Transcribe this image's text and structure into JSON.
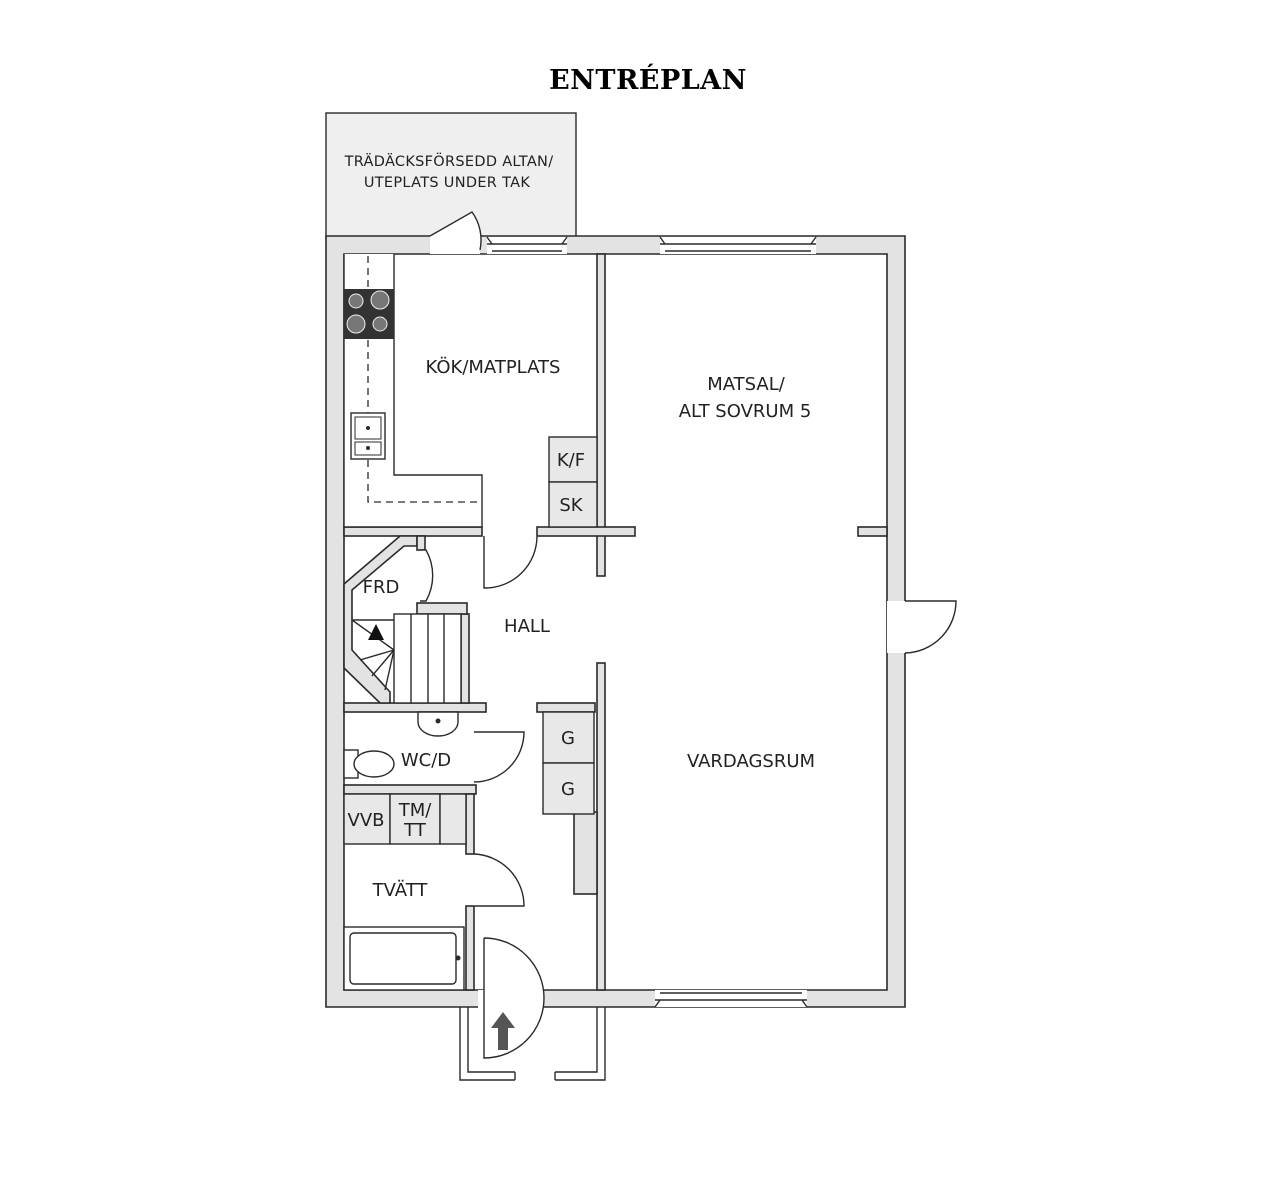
{
  "title": "ENTRÉPLAN",
  "rooms": {
    "altan_line1": "TRÄDÄCKSFÖRSEDD ALTAN/",
    "altan_line2": "UTEPLATS UNDER TAK",
    "kok": "KÖK/MATPLATS",
    "matsal_line1": "MATSAL/",
    "matsal_line2": "ALT SOVRUM 5",
    "vardagsrum": "VARDAGSRUM",
    "hall": "HALL",
    "frd": "FRD",
    "wc": "WC/D",
    "tvatt": "TVÄTT"
  },
  "fixtures": {
    "kf": "K/F",
    "sk": "SK",
    "g1": "G",
    "g2": "G",
    "vvb": "VVB",
    "tm_line1": "TM/",
    "tm_line2": "TT"
  },
  "colors": {
    "wall_fill": "#e3e3e3",
    "line": "#2a2a2a",
    "stove": "#333333"
  }
}
